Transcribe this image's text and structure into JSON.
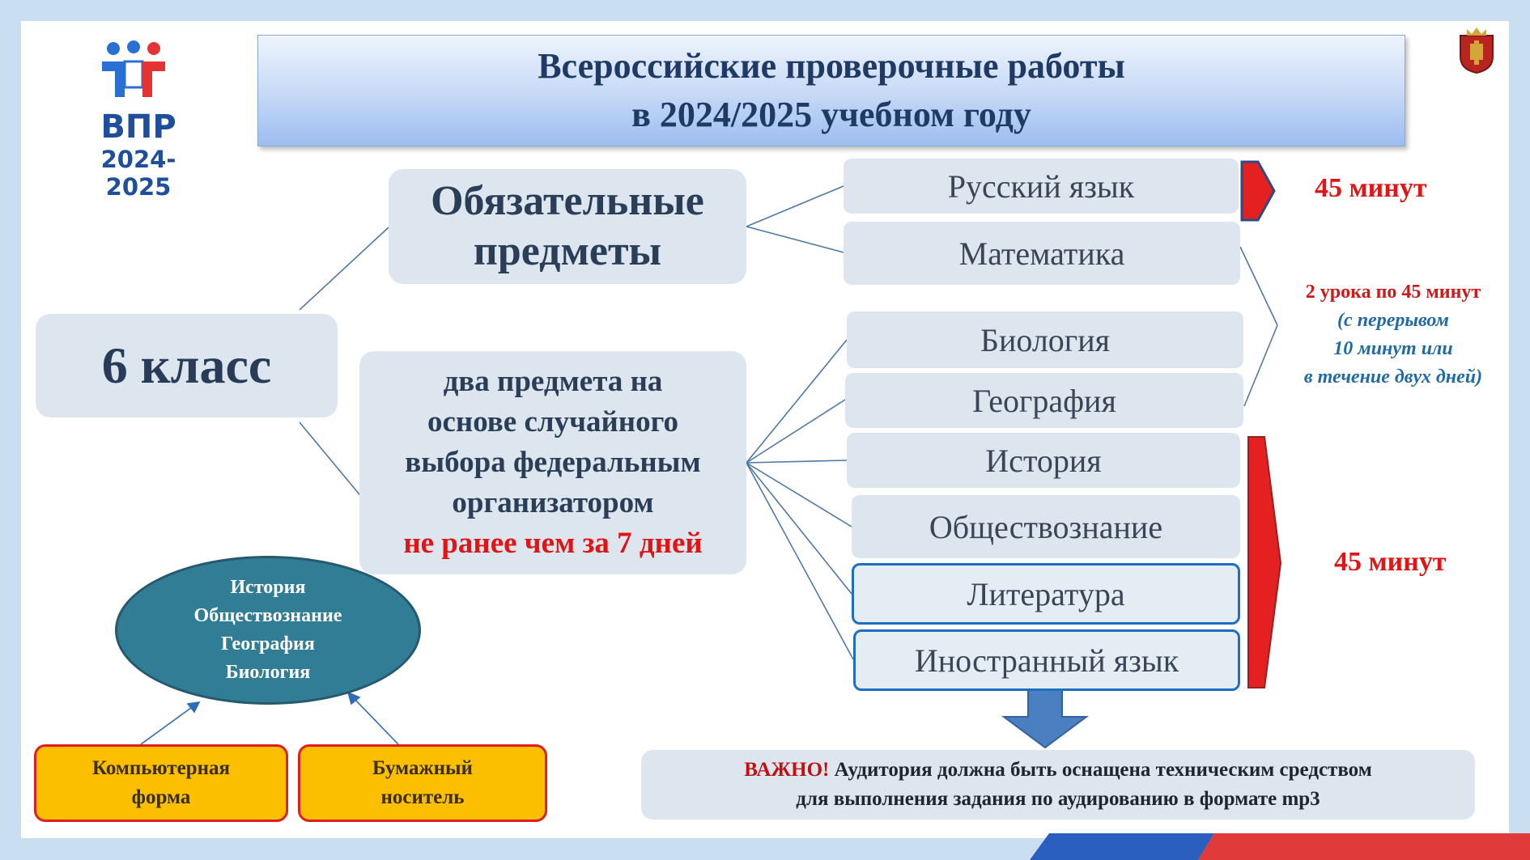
{
  "logo": {
    "abbr": "ВПР",
    "years": "2024-2025"
  },
  "title": {
    "line1": "Всероссийские проверочные работы",
    "line2": "в 2024/2025 учебном году"
  },
  "grade": "6 класс",
  "mandatory": {
    "line1": "Обязательные",
    "line2": "предметы"
  },
  "random": {
    "line1": "два предмета на",
    "line2": "основе случайного",
    "line3": "выбора федеральным",
    "line4": "организатором",
    "deadline": "не ранее чем за 7 дней"
  },
  "subjects": {
    "russian": "Русский язык",
    "math": "Математика",
    "biology": "Биология",
    "geography": "География",
    "history": "История",
    "social": "Обществознание",
    "literature": "Литература",
    "foreign": "Иностранный язык"
  },
  "durations": {
    "russian": "45 минут",
    "pair_line1": "2 урока по 45 минут",
    "pair_line2": "(с перерывом",
    "pair_line3": "10 минут или",
    "pair_line4": "в течение двух дней)",
    "group": "45 минут"
  },
  "computer_subjects": [
    "История",
    "Обществознание",
    "География",
    "Биология"
  ],
  "formats": {
    "computer_line1": "Компьютерная",
    "computer_line2": "форма",
    "paper_line1": "Бумажный",
    "paper_line2": "носитель"
  },
  "important": {
    "label": "ВАЖНО!",
    "line1": "Аудитория должна быть оснащена техническим средством",
    "line2": "для выполнения задания по аудированию в формате mp3"
  },
  "colors": {
    "accent_red": "#e01515",
    "title_text": "#1f3a64",
    "box_fill": "#dde6ef",
    "ellipse_fill": "#307d95",
    "format_fill": "#fbbf00",
    "arrow_blue": "#4a7fc1"
  }
}
